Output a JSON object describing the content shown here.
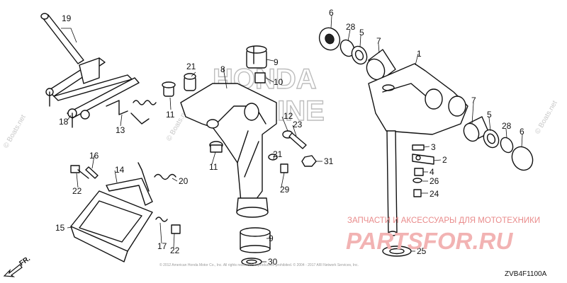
{
  "callouts": {
    "c1": "1",
    "c2": "2",
    "c3": "3",
    "c4": "4",
    "c5a": "5",
    "c5b": "5",
    "c6a": "6",
    "c6b": "6",
    "c7a": "7",
    "c7b": "7",
    "c8": "8",
    "c9a": "9",
    "c9b": "9",
    "c10": "10",
    "c11a": "11",
    "c11b": "11",
    "c12": "12",
    "c13": "13",
    "c14": "14",
    "c15": "15",
    "c16": "16",
    "c17": "17",
    "c18": "18",
    "c19": "19",
    "c20": "20",
    "c21a": "21",
    "c21b": "21",
    "c22a": "22",
    "c22b": "22",
    "c23": "23",
    "c24": "24",
    "c25": "25",
    "c26": "26",
    "c28a": "28",
    "c28b": "28",
    "c29": "29",
    "c30": "30",
    "c31": "31"
  },
  "watermarks": {
    "honda_line1": "HONDA",
    "honda_line2": "MARINE",
    "boats_left": "© Boats.net",
    "boats_mid": "© Boats.net",
    "boats_right": "© Boats.net"
  },
  "shop_banner": {
    "tagline": "ЗАПЧАСТИ И АКСЕССУАРЫ ДЛЯ МОТОТЕХНИКИ",
    "brand": "PARTSFOR.RU"
  },
  "footer": {
    "copyright": "© 2012 American Honda Motor Co., Inc. All rights reserved. Reproduction prohibited. © 2004 - 2017 ARI Network Services, Inc.",
    "diagram_code": "ZVB4F1100A",
    "front_label": "FR."
  }
}
